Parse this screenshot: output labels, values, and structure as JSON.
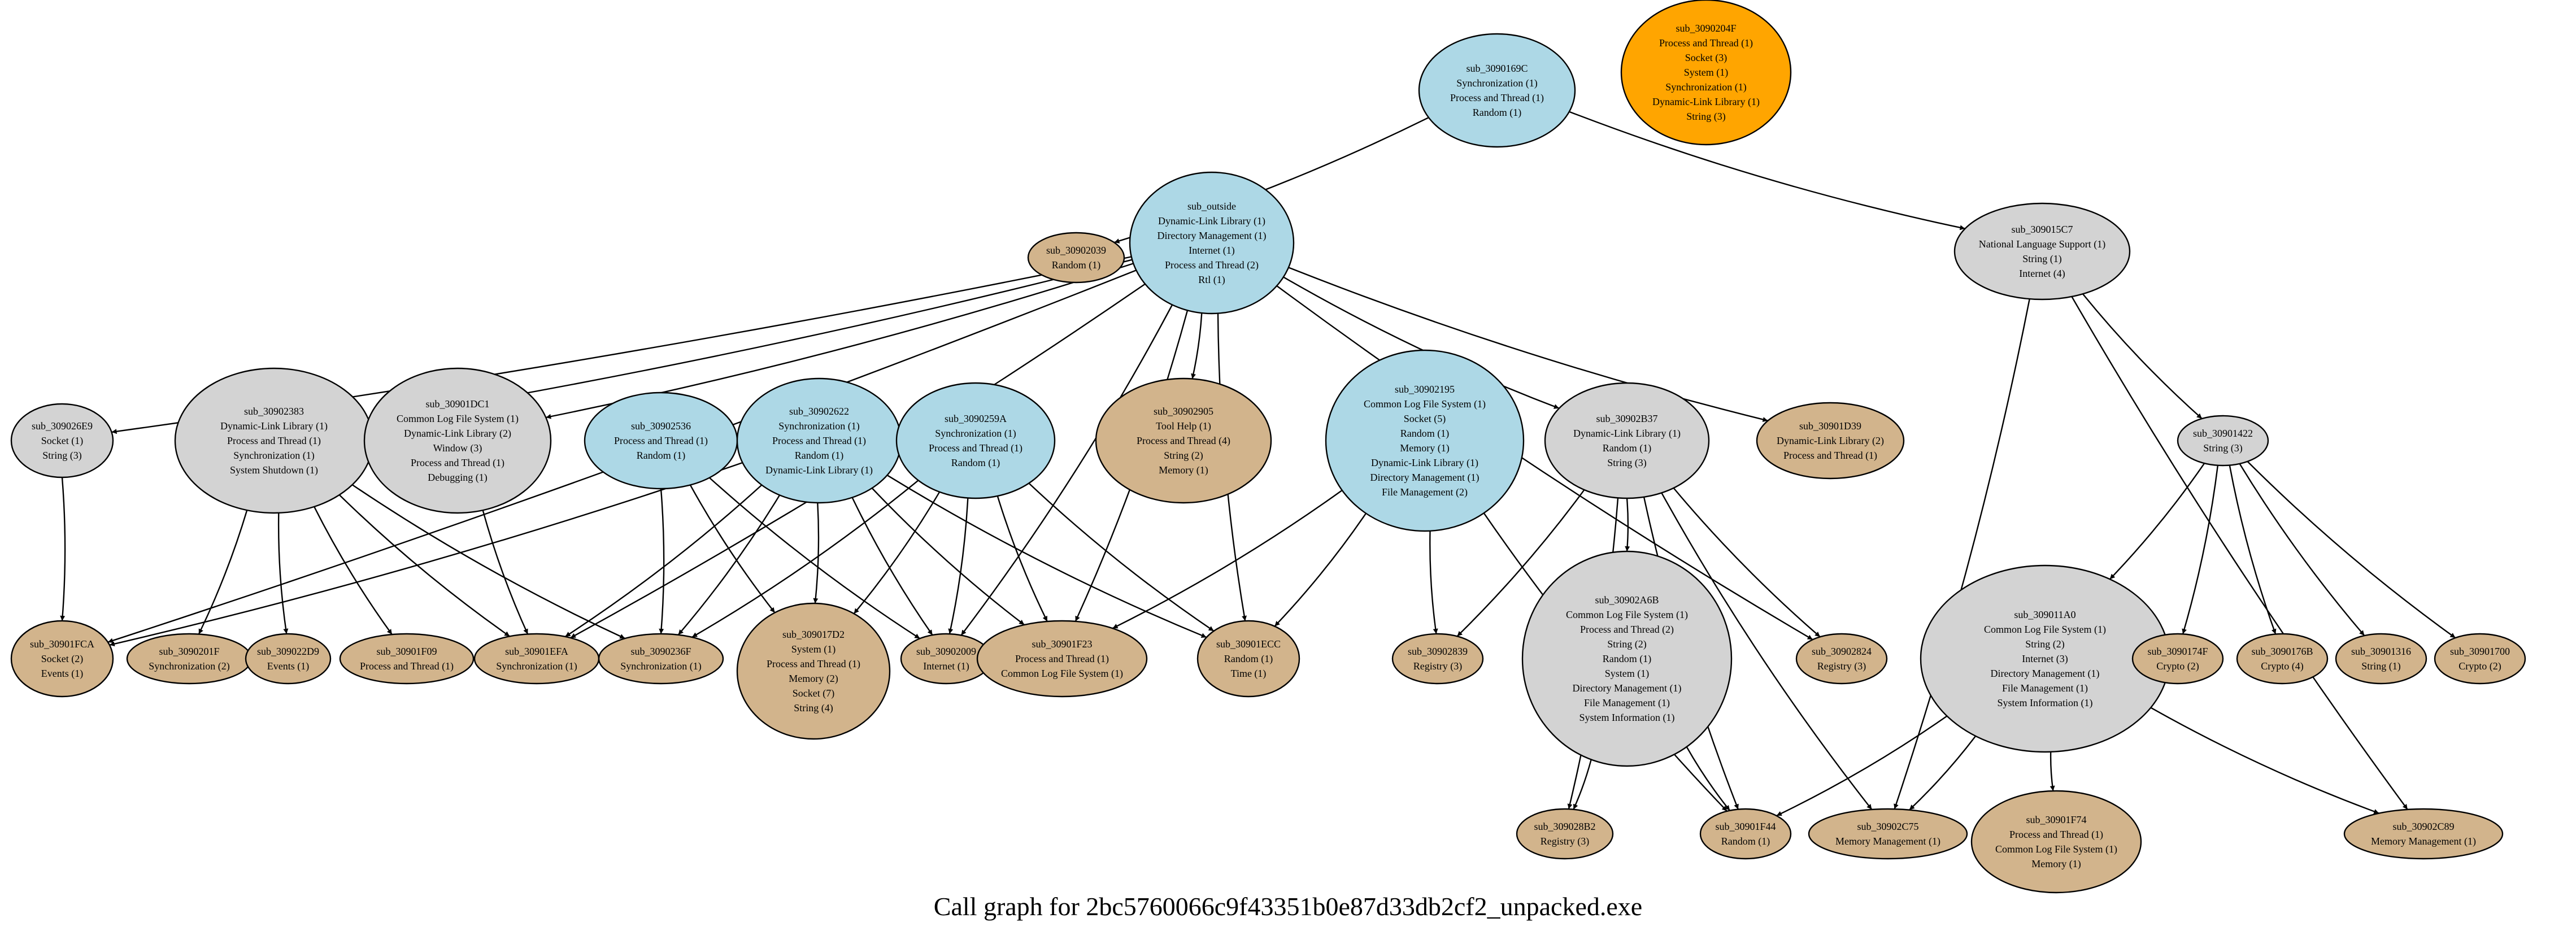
{
  "caption": "Call graph for 2bc5760066c9f43351b0e87d33db2cf2_unpacked.exe",
  "colors": {
    "blue": "#add8e6",
    "gray": "#d3d3d3",
    "tan": "#d2b48c",
    "orange": "#ffa500"
  },
  "nodes": [
    {
      "id": "sub_3090169C",
      "color": "blue",
      "lines": [
        "sub_3090169C",
        "Synchronization (1)",
        "Process and Thread (1)",
        "Random (1)"
      ]
    },
    {
      "id": "sub_3090204F",
      "color": "orange",
      "lines": [
        "sub_3090204F",
        "Process and Thread (1)",
        "Socket (3)",
        "System (1)",
        "Synchronization (1)",
        "Dynamic-Link Library (1)",
        "String (3)"
      ]
    },
    {
      "id": "sub_30902039",
      "color": "tan",
      "lines": [
        "sub_30902039",
        "Random (1)"
      ]
    },
    {
      "id": "sub_outside",
      "color": "blue",
      "lines": [
        "sub_outside",
        "Dynamic-Link Library (1)",
        "Directory Management (1)",
        "Internet (1)",
        "Process and Thread (2)",
        "Rtl (1)"
      ]
    },
    {
      "id": "sub_309015C7",
      "color": "gray",
      "lines": [
        "sub_309015C7",
        "National Language Support (1)",
        "String (1)",
        "Internet (4)"
      ]
    },
    {
      "id": "sub_309026E9",
      "color": "gray",
      "lines": [
        "sub_309026E9",
        "Socket (1)",
        "String (3)"
      ]
    },
    {
      "id": "sub_30902383",
      "color": "gray",
      "lines": [
        "sub_30902383",
        "Dynamic-Link Library (1)",
        "Process and Thread (1)",
        "Synchronization (1)",
        "System Shutdown (1)"
      ]
    },
    {
      "id": "sub_30901DC1",
      "color": "gray",
      "lines": [
        "sub_30901DC1",
        "Common Log File System (1)",
        "Dynamic-Link Library (2)",
        "Window (3)",
        "Process and Thread (1)",
        "Debugging (1)"
      ]
    },
    {
      "id": "sub_30902536",
      "color": "blue",
      "lines": [
        "sub_30902536",
        "Process and Thread (1)",
        "Random (1)"
      ]
    },
    {
      "id": "sub_30902622",
      "color": "blue",
      "lines": [
        "sub_30902622",
        "Synchronization (1)",
        "Process and Thread (1)",
        "Random (1)",
        "Dynamic-Link Library (1)"
      ]
    },
    {
      "id": "sub_3090259A",
      "color": "blue",
      "lines": [
        "sub_3090259A",
        "Synchronization (1)",
        "Process and Thread (1)",
        "Random (1)"
      ]
    },
    {
      "id": "sub_30902905",
      "color": "tan",
      "lines": [
        "sub_30902905",
        "Tool Help (1)",
        "Process and Thread (4)",
        "String (2)",
        "Memory (1)"
      ]
    },
    {
      "id": "sub_30902195",
      "color": "blue",
      "lines": [
        "sub_30902195",
        "Common Log File System (1)",
        "Socket (5)",
        "Random (1)",
        "Memory (1)",
        "Dynamic-Link Library (1)",
        "Directory Management (1)",
        "File Management (2)"
      ]
    },
    {
      "id": "sub_30902B37",
      "color": "gray",
      "lines": [
        "sub_30902B37",
        "Dynamic-Link Library (1)",
        "Random (1)",
        "String (3)"
      ]
    },
    {
      "id": "sub_30901D39",
      "color": "tan",
      "lines": [
        "sub_30901D39",
        "Dynamic-Link Library (2)",
        "Process and Thread (1)"
      ]
    },
    {
      "id": "sub_30901422",
      "color": "gray",
      "lines": [
        "sub_30901422",
        "String (3)"
      ]
    },
    {
      "id": "sub_30901FCA",
      "color": "tan",
      "lines": [
        "sub_30901FCA",
        "Socket (2)",
        "Events (1)"
      ]
    },
    {
      "id": "sub_3090201F",
      "color": "tan",
      "lines": [
        "sub_3090201F",
        "Synchronization (2)"
      ]
    },
    {
      "id": "sub_309022D9",
      "color": "tan",
      "lines": [
        "sub_309022D9",
        "Events (1)"
      ]
    },
    {
      "id": "sub_30901F09",
      "color": "tan",
      "lines": [
        "sub_30901F09",
        "Process and Thread (1)"
      ]
    },
    {
      "id": "sub_30901EFA",
      "color": "tan",
      "lines": [
        "sub_30901EFA",
        "Synchronization (1)"
      ]
    },
    {
      "id": "sub_3090236F",
      "color": "tan",
      "lines": [
        "sub_3090236F",
        "Synchronization (1)"
      ]
    },
    {
      "id": "sub_309017D2",
      "color": "tan",
      "lines": [
        "sub_309017D2",
        "System (1)",
        "Process and Thread (1)",
        "Memory (2)",
        "Socket (7)",
        "String (4)"
      ]
    },
    {
      "id": "sub_30902009",
      "color": "tan",
      "lines": [
        "sub_30902009",
        "Internet (1)"
      ]
    },
    {
      "id": "sub_30901F23",
      "color": "tan",
      "lines": [
        "sub_30901F23",
        "Process and Thread (1)",
        "Common Log File System (1)"
      ]
    },
    {
      "id": "sub_30901ECC",
      "color": "tan",
      "lines": [
        "sub_30901ECC",
        "Random (1)",
        "Time (1)"
      ]
    },
    {
      "id": "sub_30902839",
      "color": "tan",
      "lines": [
        "sub_30902839",
        "Registry (3)"
      ]
    },
    {
      "id": "sub_30902A6B",
      "color": "gray",
      "lines": [
        "sub_30902A6B",
        "Common Log File System (1)",
        "Process and Thread (2)",
        "String (2)",
        "Random (1)",
        "System (1)",
        "Directory Management (1)",
        "File Management (1)",
        "System Information (1)"
      ]
    },
    {
      "id": "sub_30902824",
      "color": "tan",
      "lines": [
        "sub_30902824",
        "Registry (3)"
      ]
    },
    {
      "id": "sub_309011A0",
      "color": "gray",
      "lines": [
        "sub_309011A0",
        "Common Log File System (1)",
        "String (2)",
        "Internet (3)",
        "Directory Management (1)",
        "File Management (1)",
        "System Information (1)"
      ]
    },
    {
      "id": "sub_3090174F",
      "color": "tan",
      "lines": [
        "sub_3090174F",
        "Crypto (2)"
      ]
    },
    {
      "id": "sub_3090176B",
      "color": "tan",
      "lines": [
        "sub_3090176B",
        "Crypto (4)"
      ]
    },
    {
      "id": "sub_30901316",
      "color": "tan",
      "lines": [
        "sub_30901316",
        "String (1)"
      ]
    },
    {
      "id": "sub_30901700",
      "color": "tan",
      "lines": [
        "sub_30901700",
        "Crypto (2)"
      ]
    },
    {
      "id": "sub_309028B2",
      "color": "tan",
      "lines": [
        "sub_309028B2",
        "Registry (3)"
      ]
    },
    {
      "id": "sub_30901F44",
      "color": "tan",
      "lines": [
        "sub_30901F44",
        "Random (1)"
      ]
    },
    {
      "id": "sub_30902C75",
      "color": "tan",
      "lines": [
        "sub_30902C75",
        "Memory Management (1)"
      ]
    },
    {
      "id": "sub_30901F74",
      "color": "tan",
      "lines": [
        "sub_30901F74",
        "Process and Thread (1)",
        "Common Log File System (1)",
        "Memory (1)"
      ]
    },
    {
      "id": "sub_30902C89",
      "color": "tan",
      "lines": [
        "sub_30902C89",
        "Memory Management (1)"
      ]
    }
  ],
  "edges": [
    [
      "sub_3090169C",
      "sub_30902039"
    ],
    [
      "sub_3090169C",
      "sub_309015C7"
    ],
    [
      "sub_outside",
      "sub_309026E9"
    ],
    [
      "sub_outside",
      "sub_30902383"
    ],
    [
      "sub_outside",
      "sub_30901DC1"
    ],
    [
      "sub_outside",
      "sub_30901FCA"
    ],
    [
      "sub_outside",
      "sub_30901EFA"
    ],
    [
      "sub_outside",
      "sub_30902905"
    ],
    [
      "sub_outside",
      "sub_30901F23"
    ],
    [
      "sub_outside",
      "sub_30901ECC"
    ],
    [
      "sub_outside",
      "sub_30902009"
    ],
    [
      "sub_outside",
      "sub_30902B37"
    ],
    [
      "sub_outside",
      "sub_30901D39"
    ],
    [
      "sub_outside",
      "sub_30902824"
    ],
    [
      "sub_309015C7",
      "sub_30901422"
    ],
    [
      "sub_309015C7",
      "sub_30902C75"
    ],
    [
      "sub_309015C7",
      "sub_30902C89"
    ],
    [
      "sub_309026E9",
      "sub_30901FCA"
    ],
    [
      "sub_30902383",
      "sub_3090201F"
    ],
    [
      "sub_30902383",
      "sub_309022D9"
    ],
    [
      "sub_30902383",
      "sub_30901F09"
    ],
    [
      "sub_30902383",
      "sub_30901EFA"
    ],
    [
      "sub_30902383",
      "sub_3090236F"
    ],
    [
      "sub_30901DC1",
      "sub_30901EFA"
    ],
    [
      "sub_30902536",
      "sub_3090236F"
    ],
    [
      "sub_30902536",
      "sub_309017D2"
    ],
    [
      "sub_30902536",
      "sub_30902009"
    ],
    [
      "sub_30902622",
      "sub_30901FCA"
    ],
    [
      "sub_30902622",
      "sub_30901EFA"
    ],
    [
      "sub_30902622",
      "sub_3090236F"
    ],
    [
      "sub_30902622",
      "sub_309017D2"
    ],
    [
      "sub_30902622",
      "sub_30902009"
    ],
    [
      "sub_30902622",
      "sub_30901F23"
    ],
    [
      "sub_30902622",
      "sub_30901ECC"
    ],
    [
      "sub_3090259A",
      "sub_3090236F"
    ],
    [
      "sub_3090259A",
      "sub_309017D2"
    ],
    [
      "sub_3090259A",
      "sub_30902009"
    ],
    [
      "sub_3090259A",
      "sub_30901F23"
    ],
    [
      "sub_3090259A",
      "sub_30901ECC"
    ],
    [
      "sub_30902195",
      "sub_30901F23"
    ],
    [
      "sub_30902195",
      "sub_30901ECC"
    ],
    [
      "sub_30902195",
      "sub_30902839"
    ],
    [
      "sub_30902195",
      "sub_30901F44"
    ],
    [
      "sub_30902B37",
      "sub_30902839"
    ],
    [
      "sub_30902B37",
      "sub_30902A6B"
    ],
    [
      "sub_30902B37",
      "sub_30902824"
    ],
    [
      "sub_30902B37",
      "sub_309028B2"
    ],
    [
      "sub_30902B37",
      "sub_30901F44"
    ],
    [
      "sub_30902B37",
      "sub_30902C75"
    ],
    [
      "sub_30901422",
      "sub_309011A0"
    ],
    [
      "sub_30901422",
      "sub_3090174F"
    ],
    [
      "sub_30901422",
      "sub_3090176B"
    ],
    [
      "sub_30901422",
      "sub_30901316"
    ],
    [
      "sub_30901422",
      "sub_30901700"
    ],
    [
      "sub_30902A6B",
      "sub_309028B2"
    ],
    [
      "sub_30902A6B",
      "sub_30901F44"
    ],
    [
      "sub_309011A0",
      "sub_30901F44"
    ],
    [
      "sub_309011A0",
      "sub_30902C75"
    ],
    [
      "sub_309011A0",
      "sub_30901F74"
    ],
    [
      "sub_309011A0",
      "sub_30902C89"
    ]
  ]
}
